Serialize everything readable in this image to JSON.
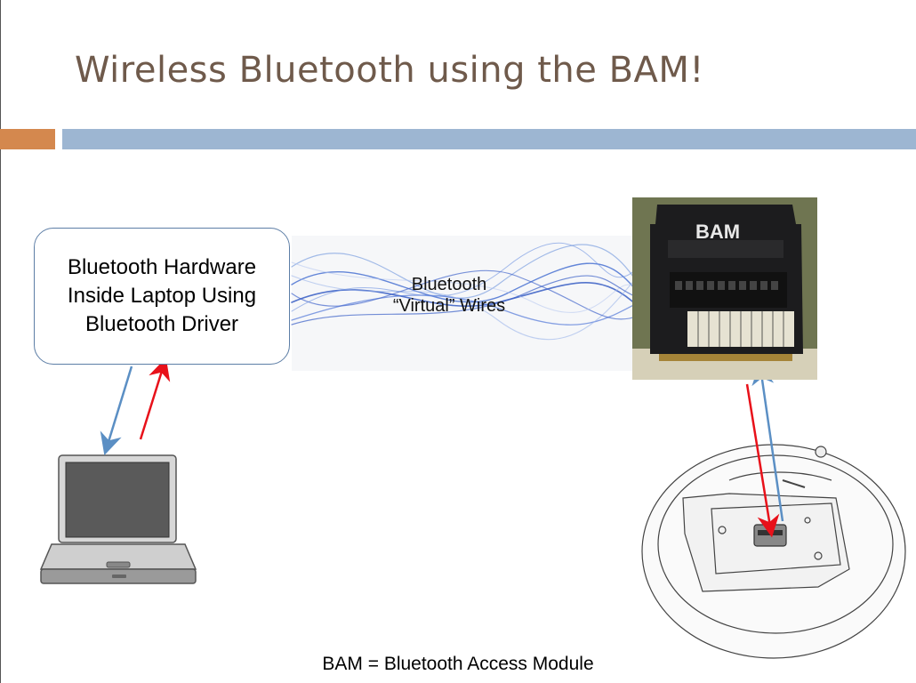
{
  "slide": {
    "title": "Wireless Bluetooth using the BAM!",
    "caption": "BAM = Bluetooth Access Module"
  },
  "nodes": {
    "laptop_box": "Bluetooth Hardware\nInside Laptop Using\nBluetooth Driver",
    "wave_label": "Bluetooth\n“Virtual” Wires",
    "bam_label": "BAM"
  },
  "icons": [
    "laptop-icon",
    "bam-module-icon",
    "roomba-robot-icon",
    "red-arrow-icon",
    "blue-arrow-icon"
  ],
  "colors": {
    "title": "#6f5a4b",
    "accent_orange": "#d4884e",
    "accent_blue": "#9db6d2",
    "arrow_red": "#e8111a",
    "arrow_blue": "#5b8fc4",
    "box_border": "#5d7ea6"
  }
}
